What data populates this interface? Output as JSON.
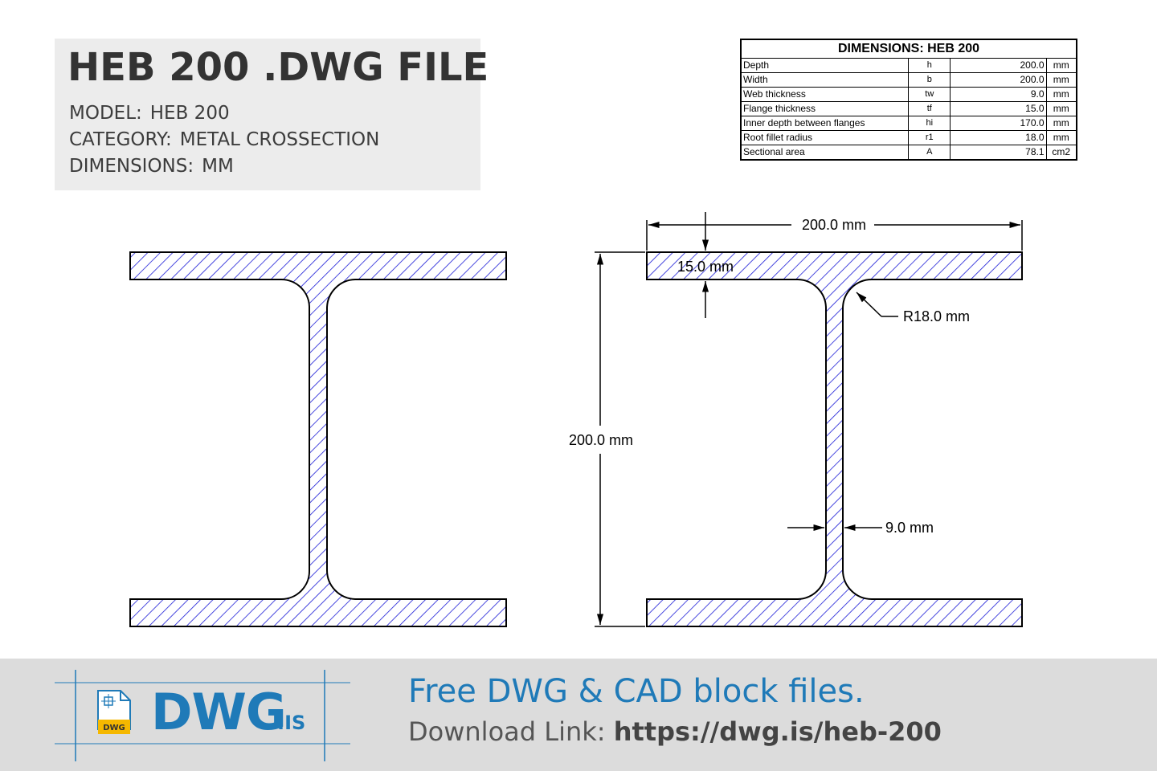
{
  "header": {
    "title": "HEB 200 .DWG FILE",
    "model_label": "MODEL:",
    "model_value": "HEB 200",
    "category_label": "CATEGORY:",
    "category_value": "METAL CROSSECTION",
    "dimensions_label": "DIMENSIONS:",
    "dimensions_value": "MM"
  },
  "table": {
    "title": "DIMENSIONS: HEB 200",
    "rows": [
      {
        "name": "Depth",
        "symbol": "h",
        "value": "200.0",
        "unit": "mm"
      },
      {
        "name": "Width",
        "symbol": "b",
        "value": "200.0",
        "unit": "mm"
      },
      {
        "name": "Web thickness",
        "symbol": "tw",
        "value": "9.0",
        "unit": "mm"
      },
      {
        "name": "Flange thickness",
        "symbol": "tf",
        "value": "15.0",
        "unit": "mm"
      },
      {
        "name": "Inner depth between flanges",
        "symbol": "hi",
        "value": "170.0",
        "unit": "mm"
      },
      {
        "name": "Root fillet radius",
        "symbol": "r1",
        "value": "18.0",
        "unit": "mm"
      },
      {
        "name": "Sectional area",
        "symbol": "A",
        "value": "78.1",
        "unit": "cm2"
      }
    ]
  },
  "drawing": {
    "width_dim": "200.0 mm",
    "height_dim": "200.0 mm",
    "flange_dim": "15.0 mm",
    "radius_dim": "R18.0 mm",
    "web_dim": "9.0 mm",
    "hatch_color": "#1a1ad6"
  },
  "footer": {
    "logo_name": "DWG",
    "logo_tld": ".IS",
    "logo_badge": "DWG",
    "tagline": "Free DWG & CAD block files.",
    "download_label": "Download Link: ",
    "download_url": "https://dwg.is/heb-200"
  },
  "colors": {
    "brand_blue": "#1f7ab8",
    "badge_yellow": "#f5b800"
  }
}
